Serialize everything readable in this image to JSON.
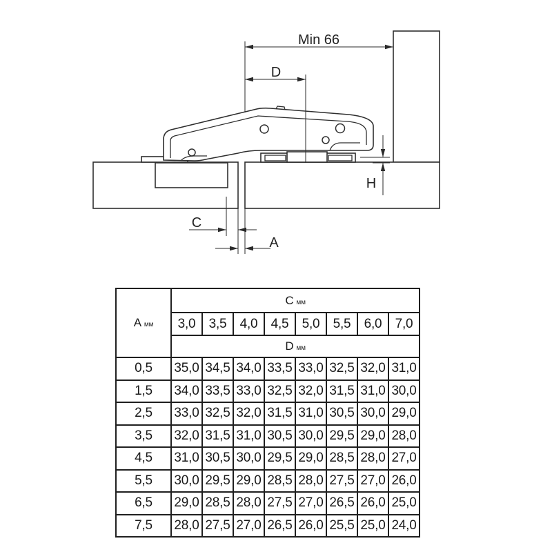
{
  "diagram": {
    "labels": {
      "min_clearance": "Min 66",
      "d": "D",
      "h": "H",
      "c": "C",
      "a": "A"
    }
  },
  "table": {
    "a_header": {
      "letter": "A",
      "unit": "мм"
    },
    "c_header": {
      "letter": "C",
      "unit": "мм"
    },
    "d_header": {
      "letter": "D",
      "unit": "мм"
    },
    "c_values": [
      "3,0",
      "3,5",
      "4,0",
      "4,5",
      "5,0",
      "5,5",
      "6,0",
      "7,0"
    ],
    "rows": [
      {
        "a": "0,5",
        "d": [
          "35,0",
          "34,5",
          "34,0",
          "33,5",
          "33,0",
          "32,5",
          "32,0",
          "31,0"
        ]
      },
      {
        "a": "1,5",
        "d": [
          "34,0",
          "33,5",
          "33,0",
          "32,5",
          "32,0",
          "31,5",
          "31,0",
          "30,0"
        ]
      },
      {
        "a": "2,5",
        "d": [
          "33,0",
          "32,5",
          "32,0",
          "31,5",
          "31,0",
          "30,5",
          "30,0",
          "29,0"
        ]
      },
      {
        "a": "3,5",
        "d": [
          "32,0",
          "31,5",
          "31,0",
          "30,5",
          "30,0",
          "29,5",
          "29,0",
          "28,0"
        ]
      },
      {
        "a": "4,5",
        "d": [
          "31,0",
          "30,5",
          "30,0",
          "29,5",
          "29,0",
          "28,5",
          "28,0",
          "27,0"
        ]
      },
      {
        "a": "5,5",
        "d": [
          "30,0",
          "29,5",
          "29,0",
          "28,5",
          "28,0",
          "27,5",
          "27,0",
          "26,0"
        ]
      },
      {
        "a": "6,5",
        "d": [
          "29,0",
          "28,5",
          "28,0",
          "27,5",
          "27,0",
          "26,5",
          "26,0",
          "25,0"
        ]
      },
      {
        "a": "7,5",
        "d": [
          "28,0",
          "27,5",
          "27,0",
          "26,5",
          "26,0",
          "25,5",
          "25,0",
          "24,0"
        ]
      }
    ]
  }
}
